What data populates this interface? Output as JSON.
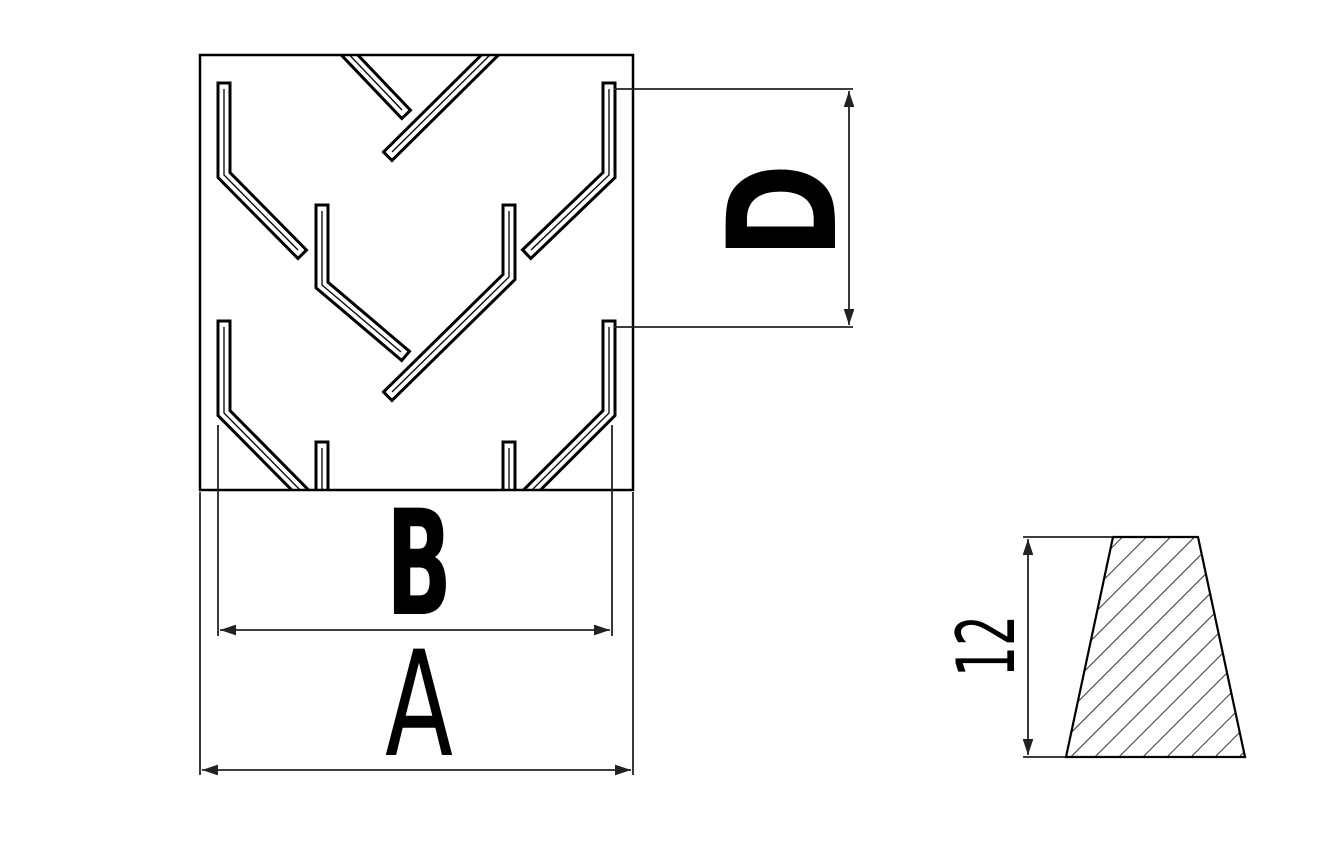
{
  "drawing": {
    "labels": {
      "width_overall": "A",
      "width_cleat": "B",
      "pitch": "D",
      "cleat_height": "12"
    },
    "colors": {
      "line": "#000000",
      "background": "#ffffff"
    }
  }
}
